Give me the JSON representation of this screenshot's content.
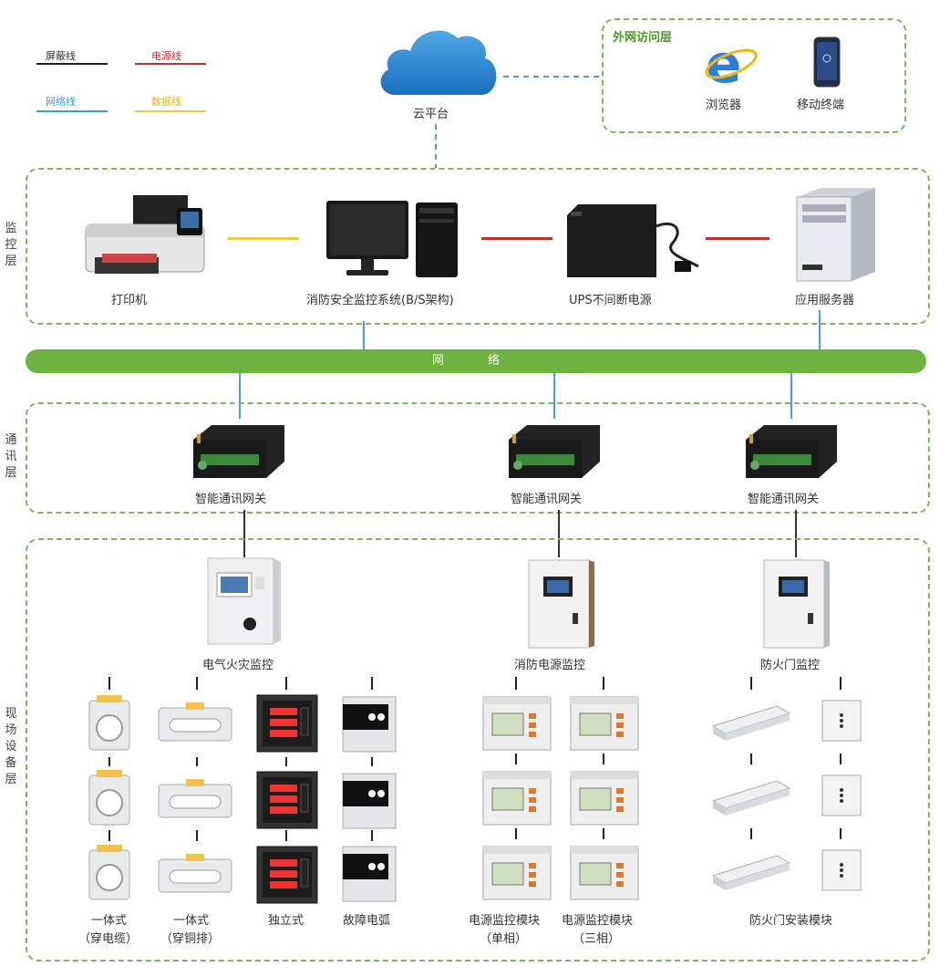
{
  "legend": {
    "shield": {
      "label": "屏蔽线",
      "color": "#222222"
    },
    "power": {
      "label": "电源线",
      "color": "#b8342c"
    },
    "network": {
      "label": "网络线",
      "color": "#3b9ad9"
    },
    "data": {
      "label": "数据线",
      "color": "#e9cf3f"
    }
  },
  "cloud": {
    "label": "云平台"
  },
  "external": {
    "title": "外网访问层",
    "browser": "浏览器",
    "mobile": "移动终端"
  },
  "monitor_layer": {
    "side": "监控层",
    "printer": "打印机",
    "system": "消防安全监控系统(B/S架构)",
    "ups": "UPS不间断电源",
    "server": "应用服务器"
  },
  "network_bus": {
    "label": "网 络"
  },
  "comm_layer": {
    "side": "通讯层",
    "gw1": "智能通讯网关",
    "gw2": "智能通讯网关",
    "gw3": "智能通讯网关"
  },
  "field_layer": {
    "side": "现场设备层",
    "c1": "电气火灾监控",
    "c2": "消防电源监控",
    "c3": "防火门监控",
    "d1a": "一体式",
    "d1b": "（穿电缆）",
    "d2a": "一体式",
    "d2b": "（穿铜排）",
    "d3": "独立式",
    "d4": "故障电弧",
    "d5a": "电源监控模块",
    "d5b": "（单相）",
    "d6a": "电源监控模块",
    "d6b": "（三相）",
    "d7": "防火门安装模块"
  },
  "colors": {
    "accent_green": "#6db33f",
    "dash_green": "#7cb85a",
    "ext_title": "#4c9a2a"
  }
}
